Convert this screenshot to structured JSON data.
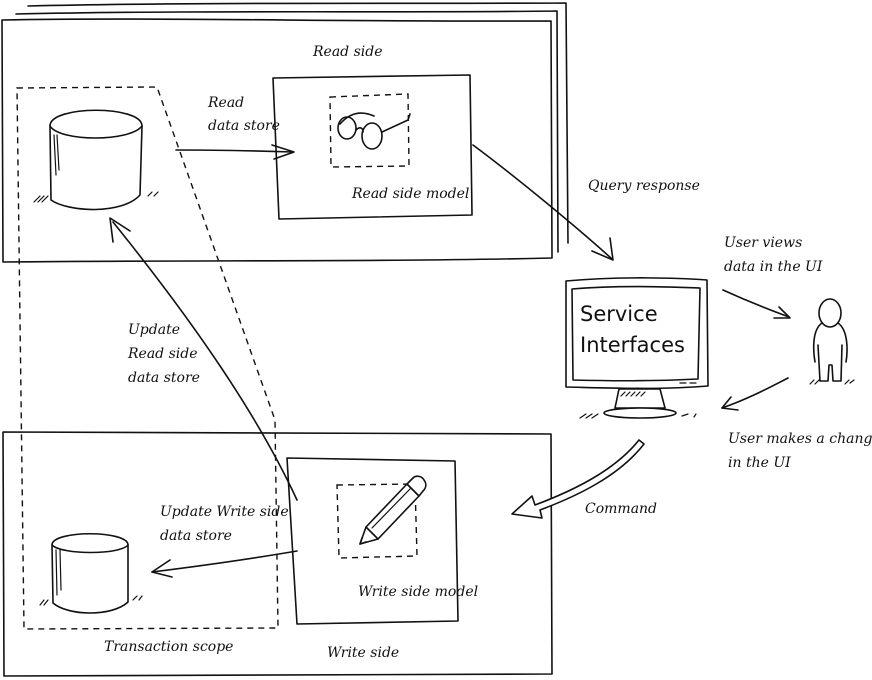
{
  "diagram": {
    "title": "CQRS Read side / Write side architecture",
    "regions": {
      "read_side": {
        "label": "Read side"
      },
      "write_side": {
        "label": "Write side"
      },
      "transaction_scope": {
        "label": "Transaction scope"
      }
    },
    "nodes": {
      "read_data_store": {
        "icon": "database-cylinder-icon"
      },
      "read_side_model": {
        "label": "Read side model",
        "icon": "glasses-icon"
      },
      "write_data_store": {
        "icon": "database-cylinder-icon"
      },
      "write_side_model": {
        "label": "Write side model",
        "icon": "pencil-icon"
      },
      "service_interfaces": {
        "line1": "Service",
        "line2": "Interfaces",
        "icon": "monitor-icon"
      },
      "user": {
        "icon": "person-icon"
      }
    },
    "edges": {
      "read_data_store": {
        "line1": "Read",
        "line2": "data store"
      },
      "query_response": {
        "label": "Query response"
      },
      "user_views": {
        "line1": "User views",
        "line2": "data in the UI"
      },
      "user_changes": {
        "line1": "User makes a change",
        "line2": "in the UI"
      },
      "command": {
        "label": "Command"
      },
      "update_write_store": {
        "line1": "Update Write side",
        "line2": "data store"
      },
      "update_read_store": {
        "line1": "Update",
        "line2": "Read side",
        "line3": "data store"
      }
    }
  }
}
